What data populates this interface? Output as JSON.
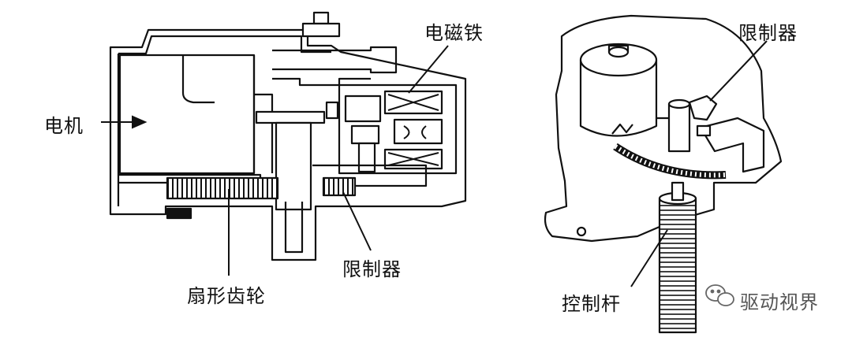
{
  "left_diagram": {
    "labels": {
      "motor": "电机",
      "electromagnet": "电磁铁",
      "limiter": "限制器",
      "sector_gear": "扇形齿轮"
    }
  },
  "right_diagram": {
    "labels": {
      "limiter": "限制器",
      "control_rod": "控制杆"
    }
  },
  "watermark": {
    "text": "驱动视界",
    "icon": "wechat-icon"
  },
  "colors": {
    "ink": "#111111",
    "paper": "#ffffff"
  }
}
